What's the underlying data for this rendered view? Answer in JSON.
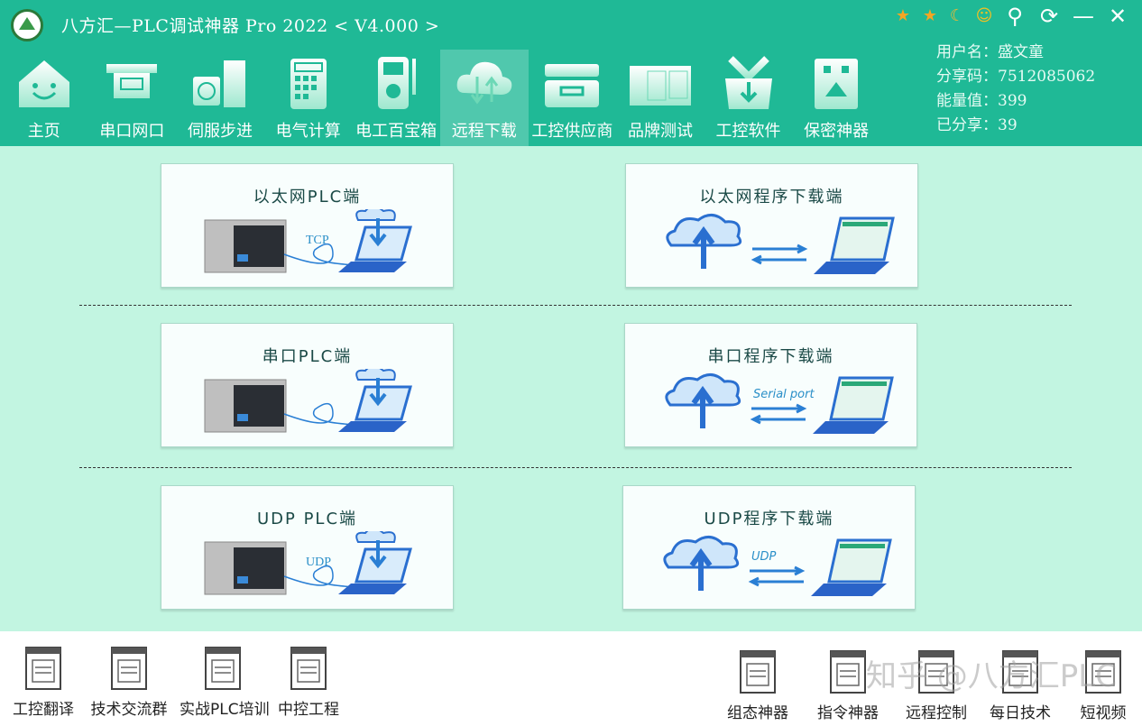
{
  "app": {
    "title": "八方汇—PLC调试神器 Pro 2022  < V4.000 >"
  },
  "window_controls": [
    {
      "icon": "star-icon",
      "glyph": "★"
    },
    {
      "icon": "star-icon",
      "glyph": "★"
    },
    {
      "icon": "moon-icon",
      "glyph": "☾"
    },
    {
      "icon": "smiley-icon",
      "glyph": "☺"
    }
  ],
  "window_buttons": [
    {
      "icon": "user-icon",
      "glyph": "⚲"
    },
    {
      "icon": "refresh-icon",
      "glyph": "⟳"
    },
    {
      "icon": "minimize-icon",
      "glyph": "—"
    },
    {
      "icon": "close-icon",
      "glyph": "✕"
    }
  ],
  "user": {
    "name": "用户名：盛文童",
    "share_code": "分享码：7512085062",
    "energy": "能量值：399",
    "shared": "已分享：39"
  },
  "nav": [
    {
      "label": "主页",
      "icon": "home-icon"
    },
    {
      "label": "串口网口",
      "icon": "serial-port-icon"
    },
    {
      "label": "伺服步进",
      "icon": "servo-motor-icon"
    },
    {
      "label": "电气计算",
      "icon": "calculator-icon"
    },
    {
      "label": "电工百宝箱",
      "icon": "multimeter-icon"
    },
    {
      "label": "远程下载",
      "icon": "cloud-transfer-icon",
      "active": true
    },
    {
      "label": "工控供应商",
      "icon": "cabinet-icon"
    },
    {
      "label": "品牌测试",
      "icon": "plc-icon"
    },
    {
      "label": "工控软件",
      "icon": "software-download-icon"
    },
    {
      "label": "保密神器",
      "icon": "safe-icon"
    }
  ],
  "cards": [
    {
      "title": "以太网PLC端",
      "link_label": "TCP",
      "kind": "plc"
    },
    {
      "title": "以太网程序下载端",
      "link_label": "",
      "kind": "pc"
    },
    {
      "title": "串口PLC端",
      "link_label": "",
      "kind": "plc"
    },
    {
      "title": "串口程序下载端",
      "link_label": "Serial port",
      "kind": "pc"
    },
    {
      "title": "UDP PLC端",
      "link_label": "UDP",
      "kind": "plc"
    },
    {
      "title": "UDP程序下载端",
      "link_label": "UDP",
      "kind": "pc"
    }
  ],
  "bottom_left": [
    {
      "label": "工控翻译",
      "icon": "translate-icon"
    },
    {
      "label": "技术交流群",
      "icon": "chat-group-icon"
    },
    {
      "label": "实战PLC培训",
      "icon": "plc-training-icon"
    },
    {
      "label": "中控工程",
      "icon": "gear-project-icon"
    }
  ],
  "bottom_right": [
    {
      "label": "组态神器",
      "icon": "scada-icon"
    },
    {
      "label": "指令神器",
      "icon": "instruction-icon"
    },
    {
      "label": "远程控制",
      "icon": "remote-control-icon"
    },
    {
      "label": "每日技术",
      "icon": "daily-tech-icon"
    },
    {
      "label": "短视频",
      "icon": "video-icon"
    }
  ],
  "watermark": "知乎 @八方汇PLC",
  "colors": {
    "header": "#1fb996",
    "content": "#c2f5e1",
    "accent_blue": "#2a7fd4"
  }
}
